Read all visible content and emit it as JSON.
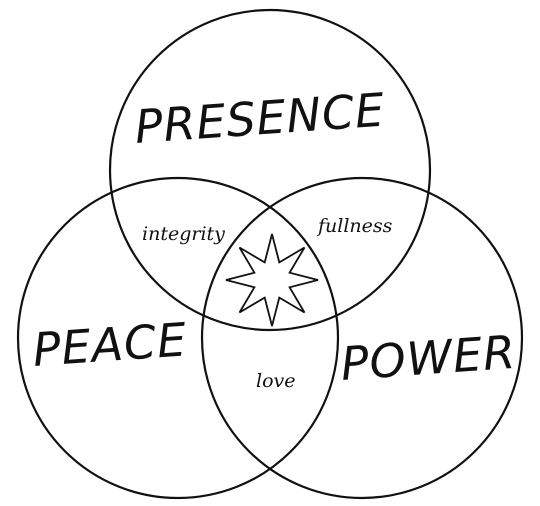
{
  "diagram": {
    "sets": {
      "top": "PRESENCE",
      "left": "PEACE",
      "right": "POWER"
    },
    "overlaps": {
      "top_left": "integrity",
      "top_right": "fullness",
      "left_right": "love"
    },
    "center_symbol": "eight-pointed-star-icon",
    "line_color": "#111111",
    "background_color": "#ffffff"
  }
}
